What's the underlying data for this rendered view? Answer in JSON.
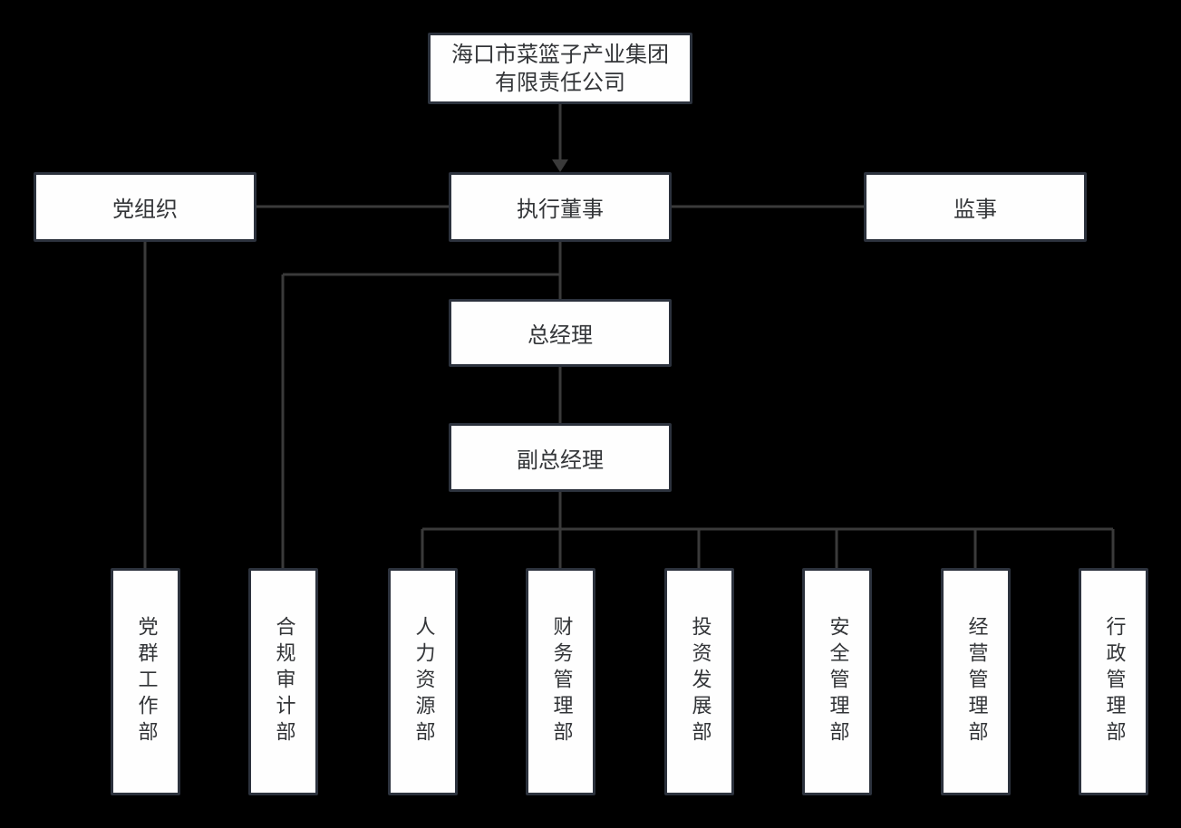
{
  "diagram": {
    "type": "org-chart",
    "colors": {
      "background": "#000000",
      "node_fill": "#fefefe",
      "node_border": "#2c323d",
      "connector": "#3a3a3a",
      "text": "#333538"
    },
    "nodes": {
      "company": {
        "line1": "海口市菜篮子产业集团",
        "line2": "有限责任公司"
      },
      "party_organization": {
        "label": "党组织"
      },
      "executive_director": {
        "label": "执行董事"
      },
      "supervisor": {
        "label": "监事"
      },
      "general_manager": {
        "label": "总经理"
      },
      "deputy_general_manager": {
        "label": "副总经理"
      }
    },
    "departments": [
      {
        "label": "党群工作部"
      },
      {
        "label": "合规审计部"
      },
      {
        "label": "人力资源部"
      },
      {
        "label": "财务管理部"
      },
      {
        "label": "投资发展部"
      },
      {
        "label": "安全管理部"
      },
      {
        "label": "经营管理部"
      },
      {
        "label": "行政管理部"
      }
    ]
  }
}
